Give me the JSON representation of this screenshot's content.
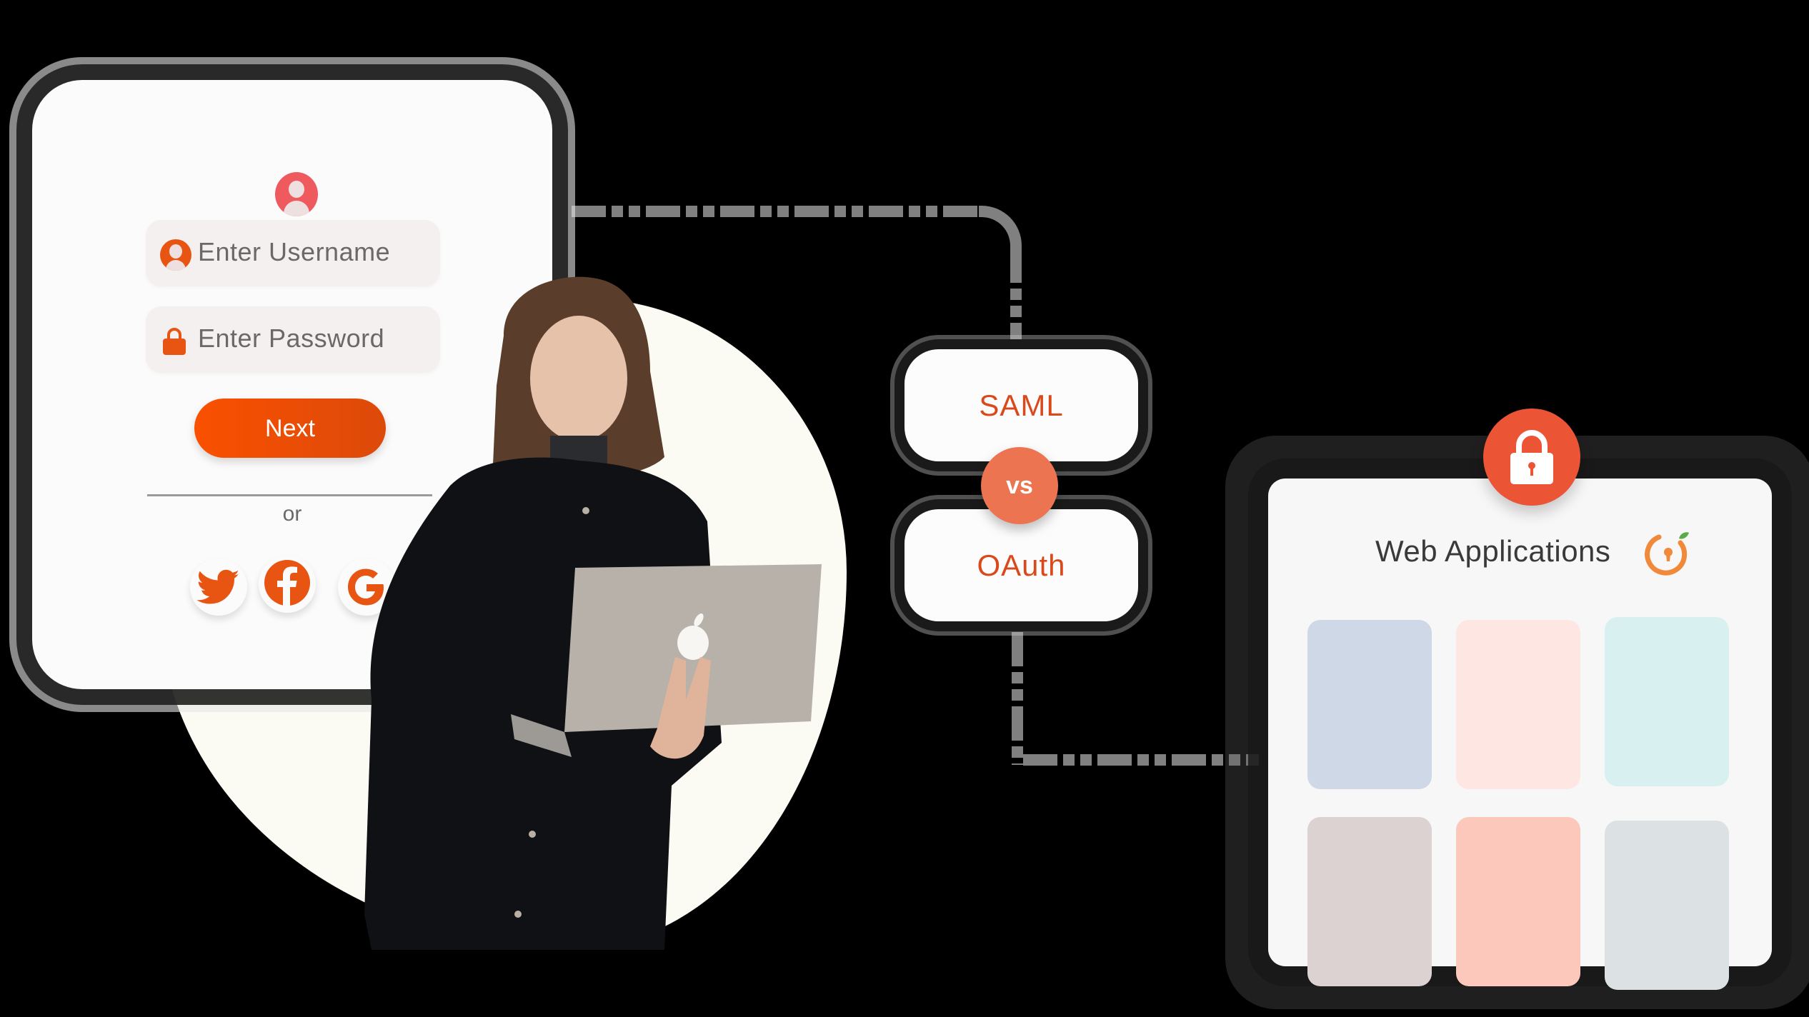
{
  "login": {
    "username_placeholder": "Enter Username",
    "password_placeholder": "Enter Password",
    "next_label": "Next",
    "or_label": "or",
    "social": [
      {
        "name": "twitter",
        "icon": "twitter-icon"
      },
      {
        "name": "facebook",
        "icon": "facebook-icon"
      },
      {
        "name": "google",
        "icon": "google-icon"
      }
    ]
  },
  "comparison": {
    "top_label": "SAML",
    "vs_label": "VS",
    "bottom_label": "OAuth"
  },
  "apps": {
    "title": "Web Applications",
    "tiles": [
      {
        "color": "#cfd8e6"
      },
      {
        "color": "#fee6e2"
      },
      {
        "color": "#d8f0f0"
      },
      {
        "color": "#dcd2d2"
      },
      {
        "color": "#fdc8bc"
      },
      {
        "color": "#dce1e4"
      }
    ]
  },
  "colors": {
    "accent": "#e85512",
    "badge": "#eb5434",
    "vs": "#ec7451",
    "protocol_text": "#d84a1c",
    "connector": "#808080",
    "blob": "#fbfaf3"
  }
}
